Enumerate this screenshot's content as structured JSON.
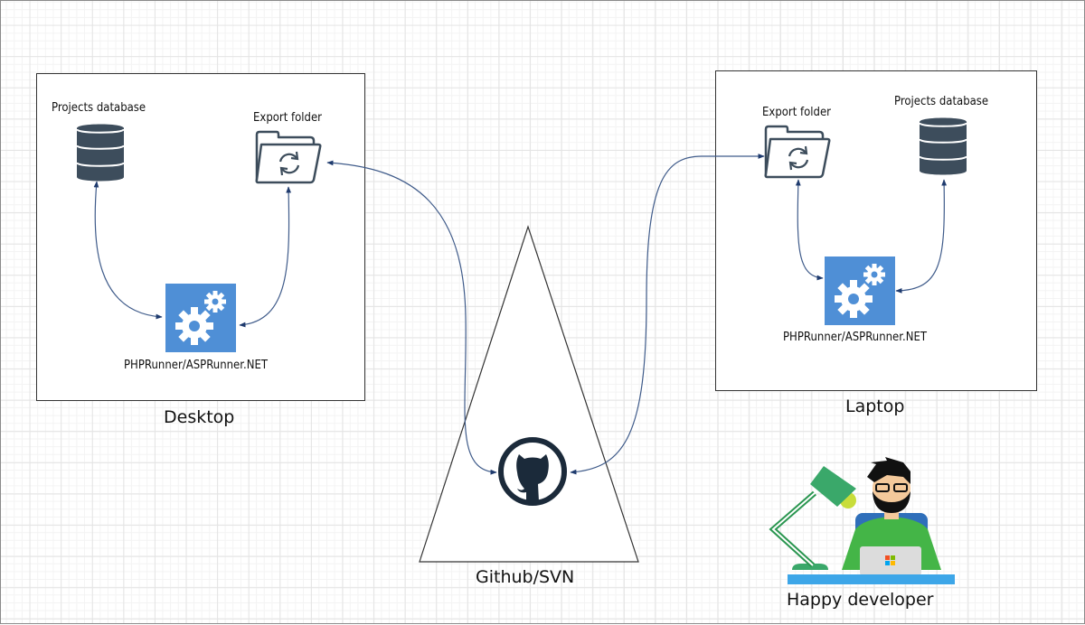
{
  "diagram": {
    "desktop": {
      "title": "Desktop",
      "database_label": "Projects database",
      "folder_label": "Export folder",
      "app_label": "PHPRunner/ASPRunner.NET"
    },
    "laptop": {
      "title": "Laptop",
      "database_label": "Projects database",
      "folder_label": "Export folder",
      "app_label": "PHPRunner/ASPRunner.NET"
    },
    "repository": {
      "label": "Github/SVN",
      "icon": "github-icon"
    },
    "developer": {
      "label": "Happy developer"
    },
    "connections": [
      {
        "from": "desktop.database",
        "to": "desktop.app",
        "direction": "bidirectional"
      },
      {
        "from": "desktop.app",
        "to": "desktop.folder",
        "direction": "bidirectional"
      },
      {
        "from": "desktop.folder",
        "to": "repository",
        "direction": "bidirectional"
      },
      {
        "from": "laptop.folder",
        "to": "repository",
        "direction": "bidirectional"
      },
      {
        "from": "laptop.folder",
        "to": "laptop.app",
        "direction": "bidirectional"
      },
      {
        "from": "laptop.database",
        "to": "laptop.app",
        "direction": "bidirectional"
      }
    ],
    "colors": {
      "connector": "#2d4a7a",
      "icon_dark": "#3d4d5c",
      "app_blue": "#4f8fd6",
      "github_dark": "#1b2a3a"
    }
  }
}
